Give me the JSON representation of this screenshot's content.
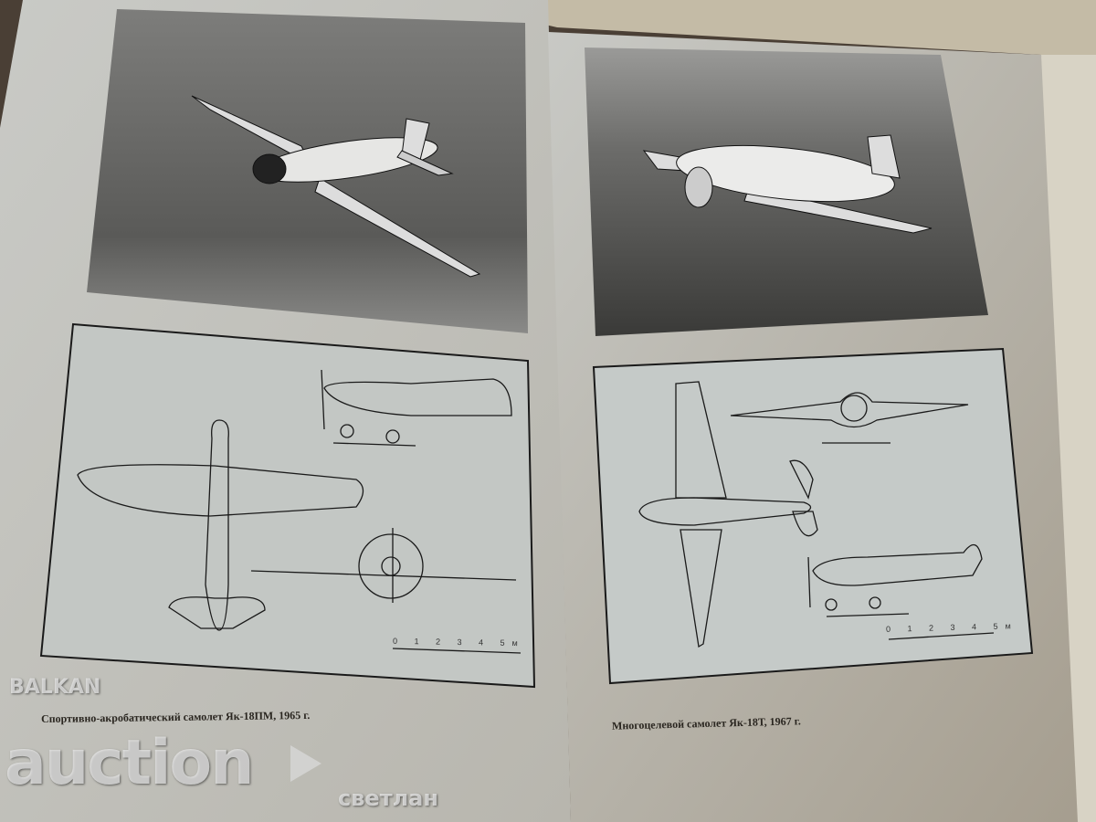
{
  "left_page": {
    "caption": "Спортивно-акробатический самолет Як-18ПМ, 1965 г.",
    "scale_label": "0 1 2 3 4 5м"
  },
  "right_page": {
    "caption": "Многоцелевой самолет Як-18Т, 1967 г.",
    "scale_label": "0 1 2 3 4 5м"
  },
  "watermark": {
    "line1": "BALKAN",
    "line2": "auction",
    "line3": "светлан"
  }
}
